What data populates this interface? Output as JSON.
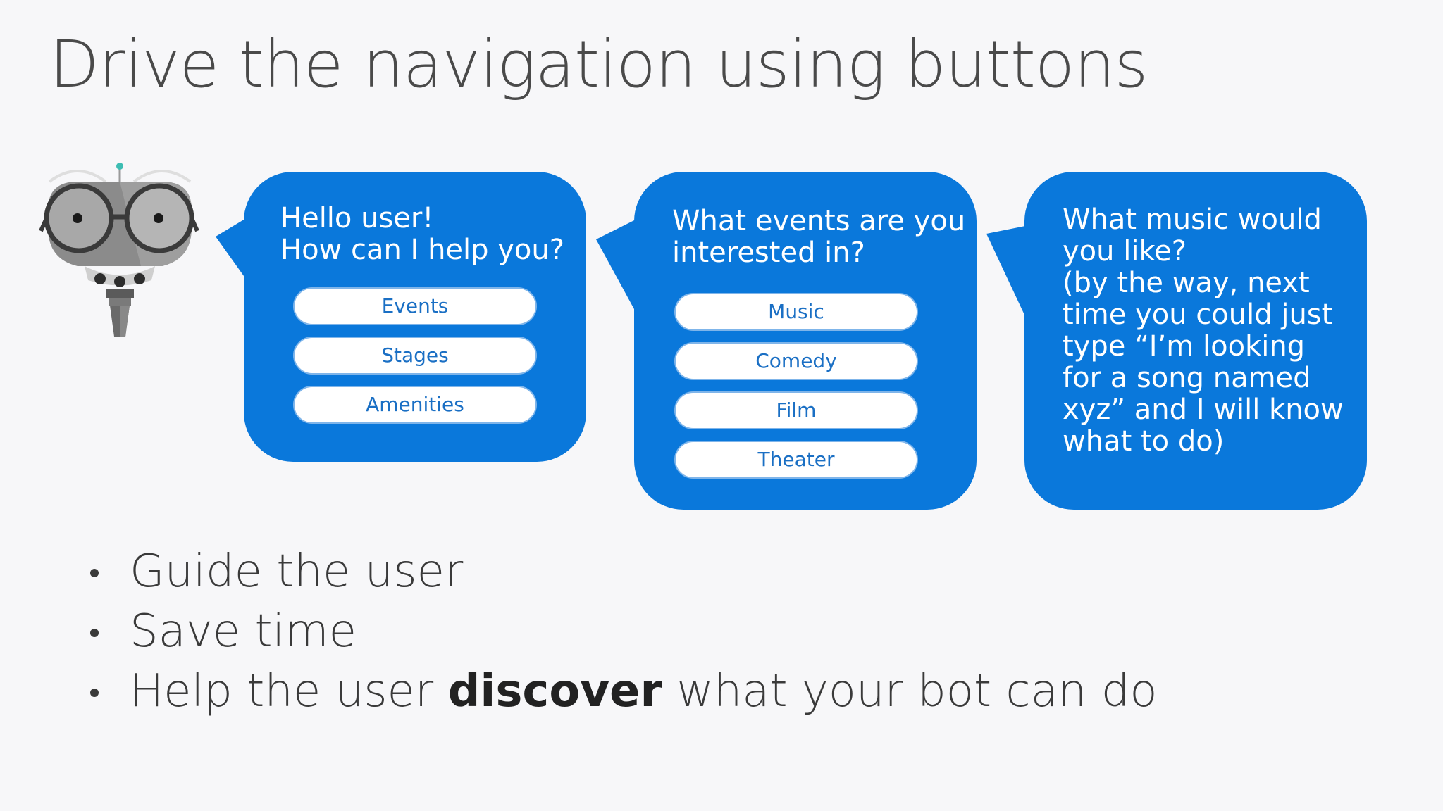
{
  "title": "Drive the navigation using buttons",
  "colors": {
    "bubble": "#0a78db",
    "pill_text": "#1a6fc4",
    "pill_border": "#7fb5ea",
    "background": "#f7f7f9"
  },
  "bot_avatar": {
    "icon": "robot-with-glasses-icon"
  },
  "bubbles": [
    {
      "lines": [
        "Hello user!",
        "How can I help you?"
      ],
      "buttons": [
        "Events",
        "Stages",
        "Amenities"
      ]
    },
    {
      "lines": [
        "What events are you",
        "interested in?"
      ],
      "buttons": [
        "Music",
        "Comedy",
        "Film",
        "Theater"
      ]
    },
    {
      "lines": [
        "What music would",
        "you like?",
        "(by the way, next",
        "time you could just",
        "type “I’m looking",
        "for a song named",
        "xyz” and I will know",
        "what to do)"
      ],
      "buttons": []
    }
  ],
  "bullets": [
    {
      "before": "Guide the user",
      "bold": "",
      "after": ""
    },
    {
      "before": "Save time",
      "bold": "",
      "after": ""
    },
    {
      "before": "Help the user ",
      "bold": "discover",
      "after": " what your bot can do"
    }
  ]
}
